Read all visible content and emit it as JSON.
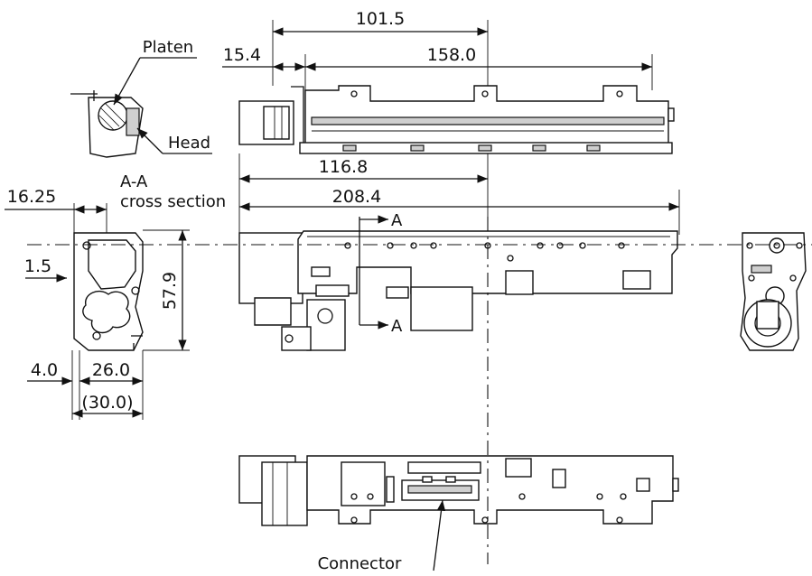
{
  "dimensions": {
    "d_101_5": "101.5",
    "d_15_4": "15.4",
    "d_158_0": "158.0",
    "d_116_8": "116.8",
    "d_208_4": "208.4",
    "d_16_25": "16.25",
    "d_1_5": "1.5",
    "d_57_9": "57.9",
    "d_4_0": "4.0",
    "d_26_0": "26.0",
    "d_30_0": "(30.0)"
  },
  "labels": {
    "platen": "Platen",
    "head": "Head",
    "section_title": "A-A",
    "section_sub": "cross section",
    "section_marker_a": "A",
    "connector": "Connector"
  }
}
